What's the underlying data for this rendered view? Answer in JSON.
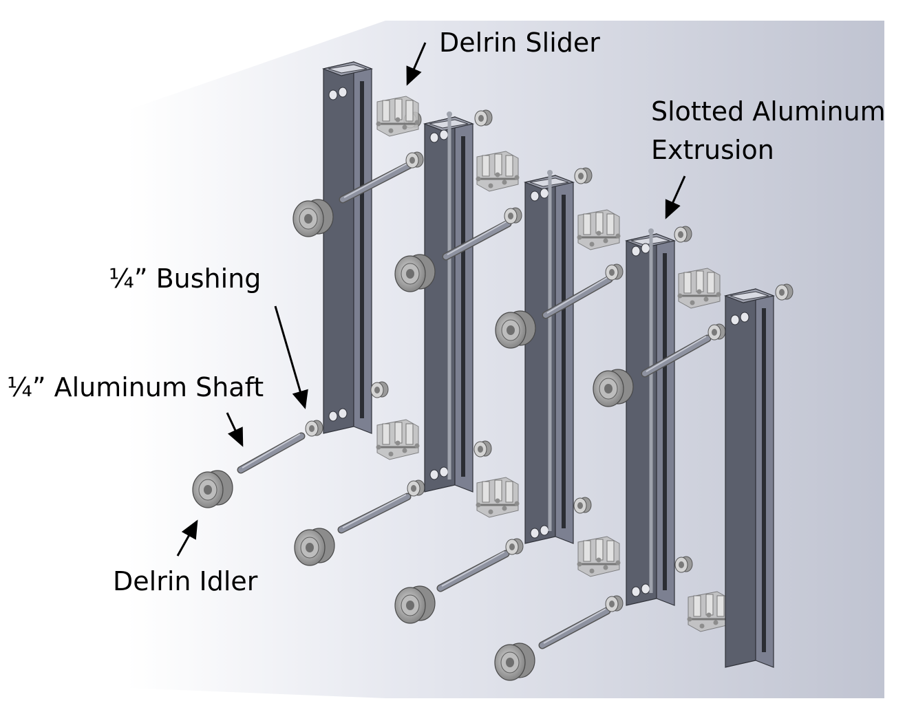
{
  "labels": {
    "delrin_slider": "Delrin Slider",
    "slotted_extrusion_line1": "Slotted Aluminum",
    "slotted_extrusion_line2": "Extrusion",
    "bushing": "¼” Bushing",
    "aluminum_shaft": "¼”  Aluminum Shaft",
    "delrin_idler": "Delrin Idler"
  },
  "colors": {
    "extrusion_front": "#5b5f6c",
    "extrusion_side": "#7c8091",
    "extrusion_top": "#9da0ad",
    "shaft": "#8e92a0",
    "idler": "#a7a7a7",
    "slider": "#c0c0c0",
    "arrow": "#000000",
    "background_shade": "#b9bdcc"
  }
}
